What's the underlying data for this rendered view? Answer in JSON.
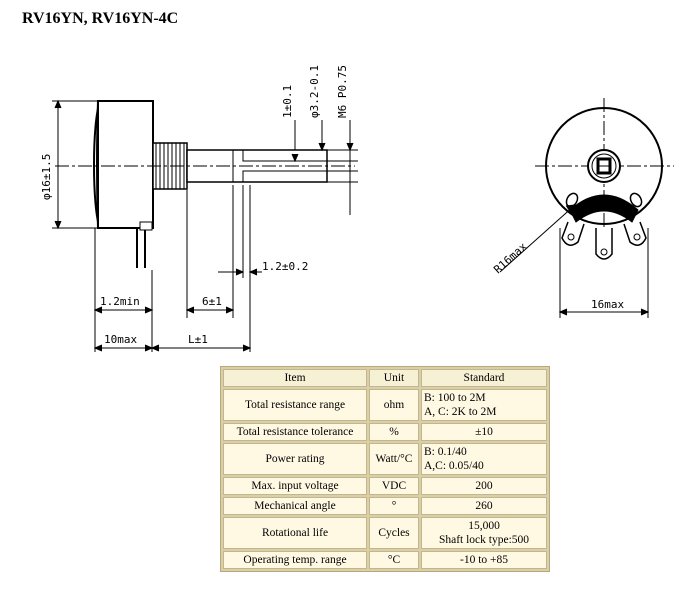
{
  "title": "RV16YN, RV16YN-4C",
  "drawing": {
    "side_view_labels": {
      "diameter": "φ16±1.5",
      "shaft_flat": "1±0.1",
      "shaft_dia": "φ3.2-0.1",
      "thread": "M6 P0.75",
      "groove": "1.2±0.2",
      "terminal_min": "1.2min",
      "shaft_flat_len": "6±1",
      "body_max": "10max",
      "shaft_len": "L±1"
    },
    "front_view_labels": {
      "radius": "R16max",
      "width": "16max"
    }
  },
  "table": {
    "headers": [
      "Item",
      "Unit",
      "Standard"
    ],
    "rows": [
      {
        "item": "Total resistance range",
        "unit": "ohm",
        "standard": [
          "B: 100 to 2M",
          "A, C: 2K to 2M"
        ],
        "align": "left"
      },
      {
        "item": "Total resistance tolerance",
        "unit": "%",
        "standard": [
          "±10"
        ],
        "align": "center"
      },
      {
        "item": "Power rating",
        "unit": "Watt/°C",
        "standard": [
          "B: 0.1/40",
          "A,C: 0.05/40"
        ],
        "align": "left"
      },
      {
        "item": "Max. input voltage",
        "unit": "VDC",
        "standard": [
          "200"
        ],
        "align": "center"
      },
      {
        "item": "Mechanical angle",
        "unit": "°",
        "standard": [
          "260"
        ],
        "align": "center"
      },
      {
        "item": "Rotational life",
        "unit": "Cycles",
        "standard": [
          "15,000",
          "Shaft lock type:500"
        ],
        "align": "center"
      },
      {
        "item": "Operating temp. range",
        "unit": "°C",
        "standard": [
          "-10 to +85"
        ],
        "align": "center"
      }
    ]
  }
}
